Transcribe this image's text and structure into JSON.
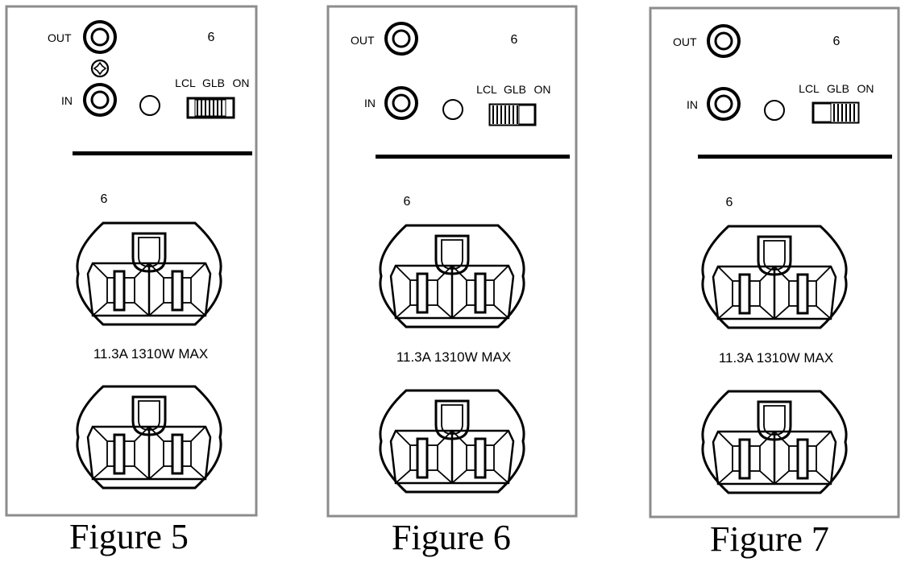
{
  "colors": {
    "frame": "#8c8c8c",
    "ink": "#000000",
    "paper": "#ffffff"
  },
  "panels": [
    {
      "id": "fig5",
      "caption": "Figure 5",
      "out_label": "OUT",
      "in_label": "IN",
      "port_number": "6",
      "switch_labels": [
        "LCL",
        "GLB",
        "ON"
      ],
      "switch_position": "GLB",
      "has_reset_icon": true,
      "outlet_number": "6",
      "rating": "11.3A 1310W MAX"
    },
    {
      "id": "fig6",
      "caption": "Figure 6",
      "out_label": "OUT",
      "in_label": "IN",
      "port_number": "6",
      "switch_labels": [
        "LCL",
        "GLB",
        "ON"
      ],
      "switch_position": "LCL",
      "has_reset_icon": false,
      "outlet_number": "6",
      "rating": "11.3A 1310W MAX"
    },
    {
      "id": "fig7",
      "caption": "Figure 7",
      "out_label": "OUT",
      "in_label": "IN",
      "port_number": "6",
      "switch_labels": [
        "LCL",
        "GLB",
        "ON"
      ],
      "switch_position": "ON",
      "has_reset_icon": false,
      "outlet_number": "6",
      "rating": "11.3A 1310W MAX"
    }
  ]
}
